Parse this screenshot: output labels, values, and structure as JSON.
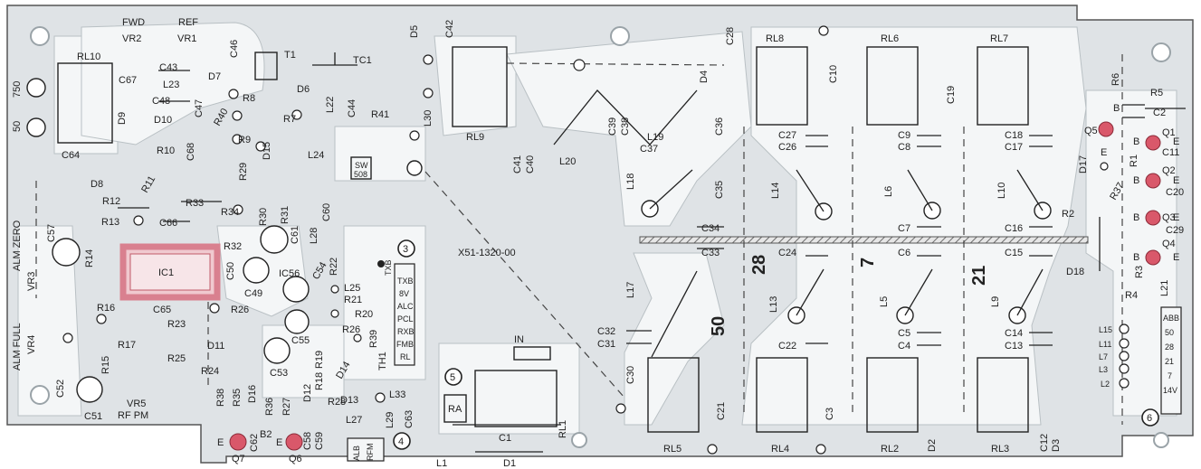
{
  "board": {
    "colors": {
      "board": "#dfe3e6",
      "trace": "#f4f6f7",
      "ink": "#222222",
      "hatch": "#6b6b6b",
      "highlight": "#d9808f",
      "highlight_fill": "#f0c9cf",
      "pad_red": "#d9586a"
    },
    "part_number": "X51-1320-00",
    "section_numbers": {
      "s3": "3",
      "s4": "4",
      "s5": "5",
      "s6": "6"
    },
    "bands": {
      "b50": "50",
      "b28": "28",
      "b7": "7",
      "b21": "21"
    },
    "connector_txb": [
      "TXB",
      "8V",
      "ALC",
      "PCL",
      "RXB",
      "FMB",
      "RL"
    ],
    "band_select": [
      "ABB",
      "50",
      "28",
      "21",
      "7",
      "14V"
    ],
    "band_select_lines": [
      "L15",
      "L11",
      "L7",
      "L3",
      "L2"
    ],
    "side_labels": {
      "alm_zero": "ALM ZERO",
      "alm_full": "ALM FULL",
      "vr3": "VR3",
      "vr4": "VR4",
      "l750": "750",
      "l50": "50",
      "fwd": "FWD",
      "ref": "REF",
      "rfpm": "RF PM",
      "in": "IN",
      "sw": "SW",
      "sw508": "508",
      "ra": "RA",
      "alb": "ALB",
      "rfm": "RFM"
    },
    "labels": [
      {
        "id": "VR2",
        "t": "VR2"
      },
      {
        "id": "VR1",
        "t": "VR1"
      },
      {
        "id": "RL10",
        "t": "RL10"
      },
      {
        "id": "C43",
        "t": "C43"
      },
      {
        "id": "C46",
        "t": "C46"
      },
      {
        "id": "T1",
        "t": "T1"
      },
      {
        "id": "TC1",
        "t": "TC1"
      },
      {
        "id": "D5",
        "t": "D5"
      },
      {
        "id": "C42",
        "t": "C42"
      },
      {
        "id": "C28",
        "t": "C28"
      },
      {
        "id": "RL8",
        "t": "RL8"
      },
      {
        "id": "RL6",
        "t": "RL6"
      },
      {
        "id": "RL7",
        "t": "RL7"
      },
      {
        "id": "C67",
        "t": "C67"
      },
      {
        "id": "L23",
        "t": "L23"
      },
      {
        "id": "D7",
        "t": "D7"
      },
      {
        "id": "C48",
        "t": "C48"
      },
      {
        "id": "R8",
        "t": "R8"
      },
      {
        "id": "D6",
        "t": "D6"
      },
      {
        "id": "L22",
        "t": "L22"
      },
      {
        "id": "C44",
        "t": "C44"
      },
      {
        "id": "R41",
        "t": "R41"
      },
      {
        "id": "R7",
        "t": "R7"
      },
      {
        "id": "D9",
        "t": "D9"
      },
      {
        "id": "D10",
        "t": "D10"
      },
      {
        "id": "C47",
        "t": "C47"
      },
      {
        "id": "R40",
        "t": "R40"
      },
      {
        "id": "R9",
        "t": "R9"
      },
      {
        "id": "L30",
        "t": "L30"
      },
      {
        "id": "RL9",
        "t": "RL9"
      },
      {
        "id": "D4",
        "t": "D4"
      },
      {
        "id": "C10",
        "t": "C10"
      },
      {
        "id": "R6",
        "t": "R6"
      },
      {
        "id": "R5",
        "t": "R5"
      },
      {
        "id": "C2",
        "t": "C2"
      },
      {
        "id": "C64",
        "t": "C64"
      },
      {
        "id": "C68",
        "t": "C68"
      },
      {
        "id": "R10",
        "t": "R10"
      },
      {
        "id": "D15",
        "t": "D15"
      },
      {
        "id": "L24",
        "t": "L24"
      },
      {
        "id": "C41",
        "t": "C41"
      },
      {
        "id": "C40",
        "t": "C40"
      },
      {
        "id": "C39",
        "t": "C39"
      },
      {
        "id": "C38",
        "t": "C38"
      },
      {
        "id": "L19",
        "t": "L19"
      },
      {
        "id": "C37",
        "t": "C37"
      },
      {
        "id": "C36",
        "t": "C36"
      },
      {
        "id": "C27",
        "t": "C27"
      },
      {
        "id": "C26",
        "t": "C26"
      },
      {
        "id": "C9",
        "t": "C9"
      },
      {
        "id": "C8",
        "t": "C8"
      },
      {
        "id": "C19",
        "t": "C19"
      },
      {
        "id": "C18",
        "t": "C18"
      },
      {
        "id": "C17",
        "t": "C17"
      },
      {
        "id": "Q5",
        "t": "Q5"
      },
      {
        "id": "Q1",
        "t": "Q1"
      },
      {
        "id": "C11",
        "t": "C11"
      },
      {
        "id": "D8",
        "t": "D8"
      },
      {
        "id": "R29",
        "t": "R29"
      },
      {
        "id": "L20",
        "t": "L20"
      },
      {
        "id": "D17",
        "t": "D17"
      },
      {
        "id": "R1",
        "t": "R1"
      },
      {
        "id": "Q2",
        "t": "Q2"
      },
      {
        "id": "R11",
        "t": "R11"
      },
      {
        "id": "R12",
        "t": "R12"
      },
      {
        "id": "R33",
        "t": "R33"
      },
      {
        "id": "L18",
        "t": "L18"
      },
      {
        "id": "C35",
        "t": "C35"
      },
      {
        "id": "L14",
        "t": "L14"
      },
      {
        "id": "L6",
        "t": "L6"
      },
      {
        "id": "L10",
        "t": "L10"
      },
      {
        "id": "R37",
        "t": "R37"
      },
      {
        "id": "C20",
        "t": "C20"
      },
      {
        "id": "R13",
        "t": "R13"
      },
      {
        "id": "C66",
        "t": "C66"
      },
      {
        "id": "R34",
        "t": "R34"
      },
      {
        "id": "R30",
        "t": "R30"
      },
      {
        "id": "R31",
        "t": "R31"
      },
      {
        "id": "C60",
        "t": "C60"
      },
      {
        "id": "C57",
        "t": "C57"
      },
      {
        "id": "C61",
        "t": "C61"
      },
      {
        "id": "L28",
        "t": "L28"
      },
      {
        "id": "C34",
        "t": "C34"
      },
      {
        "id": "C7",
        "t": "C7"
      },
      {
        "id": "C16",
        "t": "C16"
      },
      {
        "id": "R2",
        "t": "R2"
      },
      {
        "id": "Q3",
        "t": "Q3"
      },
      {
        "id": "C29",
        "t": "C29"
      },
      {
        "id": "R14",
        "t": "R14"
      },
      {
        "id": "IC1",
        "t": "IC1"
      },
      {
        "id": "R32",
        "t": "R32"
      },
      {
        "id": "C33",
        "t": "C33"
      },
      {
        "id": "C24",
        "t": "C24"
      },
      {
        "id": "C6",
        "t": "C6"
      },
      {
        "id": "C15",
        "t": "C15"
      },
      {
        "id": "Q4",
        "t": "Q4"
      },
      {
        "id": "C50",
        "t": "C50"
      },
      {
        "id": "IC56",
        "t": "IC56"
      },
      {
        "id": "C54",
        "t": "C54"
      },
      {
        "id": "R22",
        "t": "R22"
      },
      {
        "id": "L25",
        "t": "L25"
      },
      {
        "id": "D18",
        "t": "D18"
      },
      {
        "id": "C49",
        "t": "C49"
      },
      {
        "id": "R21",
        "t": "R21"
      },
      {
        "id": "R4",
        "t": "R4"
      },
      {
        "id": "R3",
        "t": "R3"
      },
      {
        "id": "L21",
        "t": "L21"
      },
      {
        "id": "R16",
        "t": "R16"
      },
      {
        "id": "C65",
        "t": "C65"
      },
      {
        "id": "R26",
        "t": "R26"
      },
      {
        "id": "R20",
        "t": "R20"
      },
      {
        "id": "L17",
        "t": "L17"
      },
      {
        "id": "L13",
        "t": "L13"
      },
      {
        "id": "L5",
        "t": "L5"
      },
      {
        "id": "L9",
        "t": "L9"
      },
      {
        "id": "R23",
        "t": "R23"
      },
      {
        "id": "C55",
        "t": "C55"
      },
      {
        "id": "R26b",
        "t": "R26"
      },
      {
        "id": "C32",
        "t": "C32"
      },
      {
        "id": "C5",
        "t": "C5"
      },
      {
        "id": "C14",
        "t": "C14"
      },
      {
        "id": "R17",
        "t": "R17"
      },
      {
        "id": "D11",
        "t": "D11"
      },
      {
        "id": "TH1",
        "t": "TH1"
      },
      {
        "id": "R39",
        "t": "R39"
      },
      {
        "id": "C31",
        "t": "C31"
      },
      {
        "id": "C22",
        "t": "C22"
      },
      {
        "id": "C4",
        "t": "C4"
      },
      {
        "id": "C13",
        "t": "C13"
      },
      {
        "id": "R15",
        "t": "R15"
      },
      {
        "id": "R25",
        "t": "R25"
      },
      {
        "id": "C53",
        "t": "C53"
      },
      {
        "id": "R19",
        "t": "R19"
      },
      {
        "id": "R18",
        "t": "R18"
      },
      {
        "id": "R24",
        "t": "R24"
      },
      {
        "id": "D14",
        "t": "D14"
      },
      {
        "id": "C52",
        "t": "C52"
      },
      {
        "id": "C30",
        "t": "C30"
      },
      {
        "id": "D13",
        "t": "D13"
      },
      {
        "id": "L33",
        "t": "L33"
      },
      {
        "id": "C51",
        "t": "C51"
      },
      {
        "id": "VR5",
        "t": "VR5"
      },
      {
        "id": "R38",
        "t": "R38"
      },
      {
        "id": "R35",
        "t": "R35"
      },
      {
        "id": "D16",
        "t": "D16"
      },
      {
        "id": "R36",
        "t": "R36"
      },
      {
        "id": "R27",
        "t": "R27"
      },
      {
        "id": "D12",
        "t": "D12"
      },
      {
        "id": "R28",
        "t": "R28"
      },
      {
        "id": "RL1",
        "t": "RL1"
      },
      {
        "id": "C21",
        "t": "C21"
      },
      {
        "id": "C3",
        "t": "C3"
      },
      {
        "id": "D2",
        "t": "D2"
      },
      {
        "id": "C12",
        "t": "C12"
      },
      {
        "id": "D3",
        "t": "D3"
      },
      {
        "id": "L27",
        "t": "L27"
      },
      {
        "id": "L29",
        "t": "L29"
      },
      {
        "id": "C63",
        "t": "C63"
      },
      {
        "id": "C62",
        "t": "C62"
      },
      {
        "id": "B2",
        "t": "B2"
      },
      {
        "id": "C58",
        "t": "C58"
      },
      {
        "id": "C59",
        "t": "C59"
      },
      {
        "id": "C1",
        "t": "C1"
      },
      {
        "id": "Q7",
        "t": "Q7"
      },
      {
        "id": "Q6",
        "t": "Q6"
      },
      {
        "id": "L1",
        "t": "L1"
      },
      {
        "id": "D1",
        "t": "D1"
      },
      {
        "id": "RL5",
        "t": "RL5"
      },
      {
        "id": "RL4",
        "t": "RL4"
      },
      {
        "id": "RL2",
        "t": "RL2"
      },
      {
        "id": "RL3",
        "t": "RL3"
      },
      {
        "id": "E7",
        "t": "E"
      },
      {
        "id": "E6",
        "t": "E"
      },
      {
        "id": "B1",
        "t": "B"
      },
      {
        "id": "E1",
        "t": "E"
      },
      {
        "id": "B2b",
        "t": "B"
      },
      {
        "id": "E2",
        "t": "E"
      },
      {
        "id": "B3",
        "t": "B"
      },
      {
        "id": "E3",
        "t": "E"
      },
      {
        "id": "B4",
        "t": "B"
      },
      {
        "id": "E4",
        "t": "E"
      },
      {
        "id": "B5",
        "t": "B"
      },
      {
        "id": "E5",
        "t": "E"
      }
    ]
  }
}
